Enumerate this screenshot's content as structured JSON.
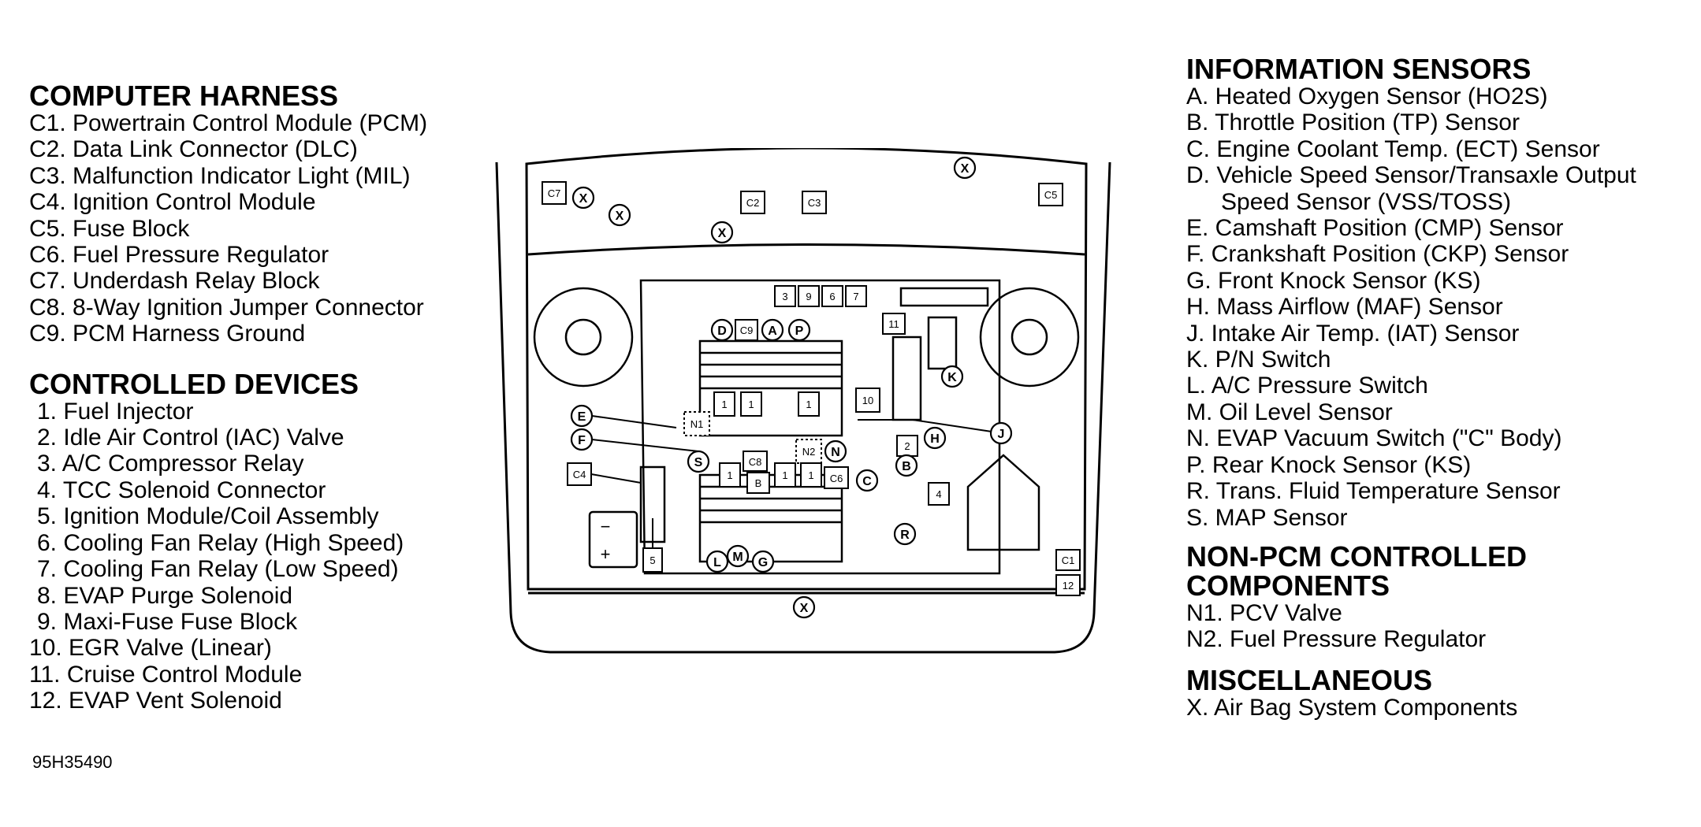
{
  "computer_harness": {
    "title": "COMPUTER HARNESS",
    "items": [
      "C1. Powertrain Control Module (PCM)",
      "C2. Data Link Connector (DLC)",
      "C3. Malfunction Indicator Light (MIL)",
      "C4. Ignition Control Module",
      "C5. Fuse Block",
      "C6. Fuel Pressure Regulator",
      "C7. Underdash Relay Block",
      "C8. 8-Way Ignition Jumper Connector",
      "C9. PCM Harness Ground"
    ]
  },
  "controlled_devices": {
    "title": "CONTROLLED DEVICES",
    "items": [
      "1. Fuel Injector",
      "2. Idle Air Control (IAC) Valve",
      "3. A/C Compressor Relay",
      "4. TCC Solenoid Connector",
      "5. Ignition Module/Coil Assembly",
      "6. Cooling Fan Relay (High Speed)",
      "7. Cooling Fan Relay (Low Speed)",
      "8. EVAP Purge Solenoid",
      "9. Maxi-Fuse Fuse Block",
      "10. EGR Valve (Linear)",
      "11. Cruise Control Module",
      "12. EVAP Vent Solenoid"
    ]
  },
  "information_sensors": {
    "title": "INFORMATION SENSORS",
    "items": [
      "A. Heated Oxygen Sensor (HO2S)",
      "B. Throttle Position (TP) Sensor",
      "C. Engine Coolant Temp. (ECT) Sensor",
      "D. Vehicle Speed Sensor/Transaxle Output",
      "Speed Sensor (VSS/TOSS)",
      "E. Camshaft Position (CMP) Sensor",
      "F. Crankshaft Position (CKP) Sensor",
      "G. Front Knock Sensor (KS)",
      "H. Mass Airflow (MAF) Sensor",
      "J. Intake Air Temp. (IAT) Sensor",
      "K. P/N Switch",
      "L. A/C Pressure Switch",
      "M. Oil Level Sensor",
      "N. EVAP Vacuum Switch (\"C\" Body)",
      "P. Rear Knock Sensor (KS)",
      "R. Trans. Fluid Temperature Sensor",
      "S. MAP Sensor"
    ]
  },
  "non_pcm": {
    "title_line1": "NON-PCM CONTROLLED",
    "title_line2": "COMPONENTS",
    "items": [
      "N1. PCV Valve",
      "N2. Fuel Pressure Regulator"
    ]
  },
  "miscellaneous": {
    "title": "MISCELLANEOUS",
    "items": [
      "X. Air Bag System Components"
    ]
  },
  "figure_code": "95H35490",
  "diagram": {
    "boxes": [
      "C7",
      "C2",
      "C3",
      "C5",
      "3",
      "9",
      "6",
      "7",
      "11",
      "C9",
      "10",
      "N1",
      "N2",
      "C8",
      "C6",
      "C4",
      "2",
      "4",
      "5",
      "C1",
      "12",
      "1",
      "B"
    ],
    "circles": [
      "X",
      "D",
      "A",
      "P",
      "K",
      "E",
      "F",
      "S",
      "N",
      "H",
      "J",
      "B",
      "C",
      "R",
      "L",
      "M",
      "G"
    ],
    "battery": [
      "−",
      "+"
    ]
  }
}
